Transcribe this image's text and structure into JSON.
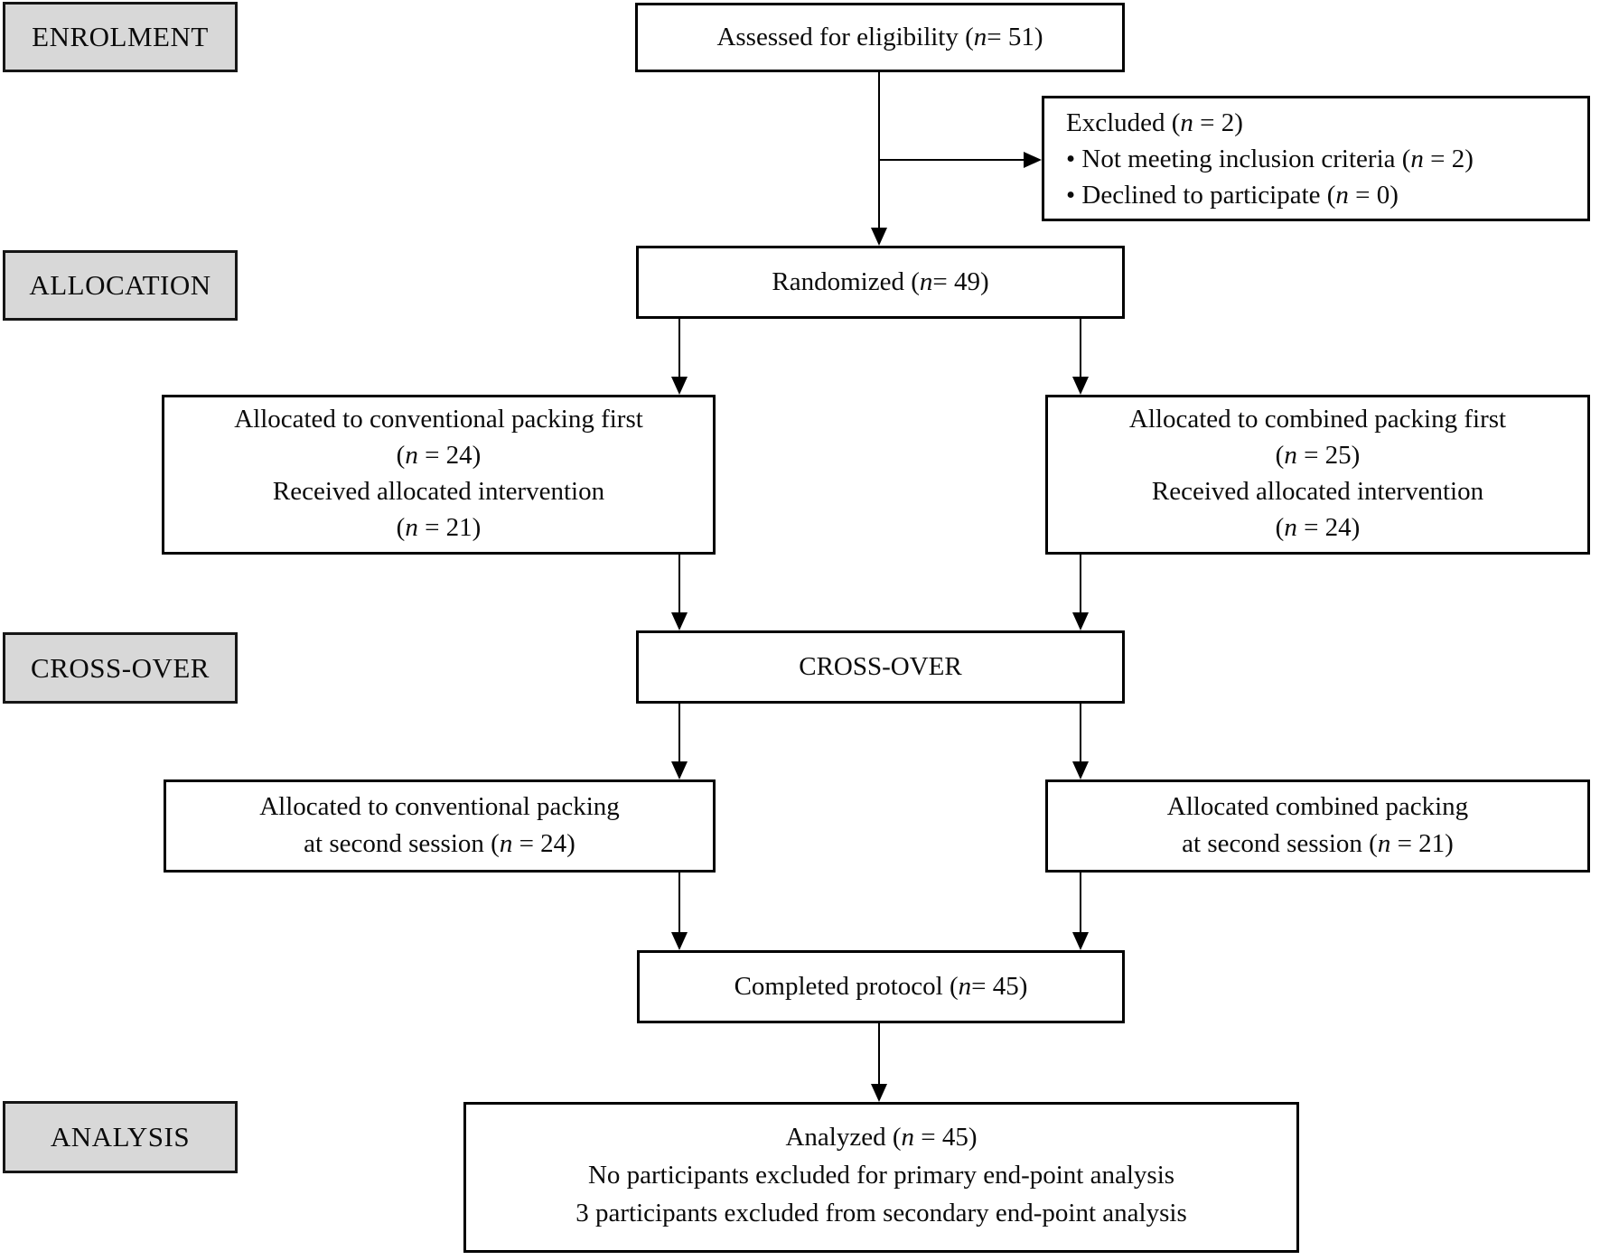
{
  "page": {
    "background_color": "#ffffff",
    "stage_label_fill": "#d8d8d8",
    "line_color": "#000000"
  },
  "stage_labels": {
    "enrolment": "ENROLMENT",
    "allocation": "ALLOCATION",
    "crossover": "CROSS-OVER",
    "analysis": "ANALYSIS"
  },
  "boxes": {
    "assessed": {
      "text": "Assessed for eligibility (n = 51)"
    },
    "excluded": {
      "title": "Excluded (n = 2)",
      "bullets": [
        "• Not meeting inclusion criteria (n = 2)",
        "• Declined to participate (n = 0)"
      ]
    },
    "randomized": {
      "text": "Randomized (n = 49)"
    },
    "alloc_conventional_first": {
      "lines": [
        "Allocated to conventional packing first",
        "(n = 24)",
        "Received allocated intervention",
        "(n = 21)"
      ]
    },
    "alloc_combined_first": {
      "lines": [
        "Allocated to combined packing first",
        "(n = 25)",
        "Received allocated intervention",
        "(n = 24)"
      ]
    },
    "crossover_center": {
      "text": "CROSS-OVER"
    },
    "second_conventional": {
      "lines": [
        "Allocated to conventional packing",
        "at second session (n = 24)"
      ]
    },
    "second_combined": {
      "lines": [
        "Allocated combined packing",
        "at second session (n = 21)"
      ]
    },
    "completed": {
      "text": "Completed protocol (n = 45)"
    },
    "analyzed": {
      "lines": [
        "Analyzed (n = 45)",
        "No participants excluded for primary end-point analysis",
        "3 participants excluded from secondary end-point analysis"
      ]
    }
  }
}
